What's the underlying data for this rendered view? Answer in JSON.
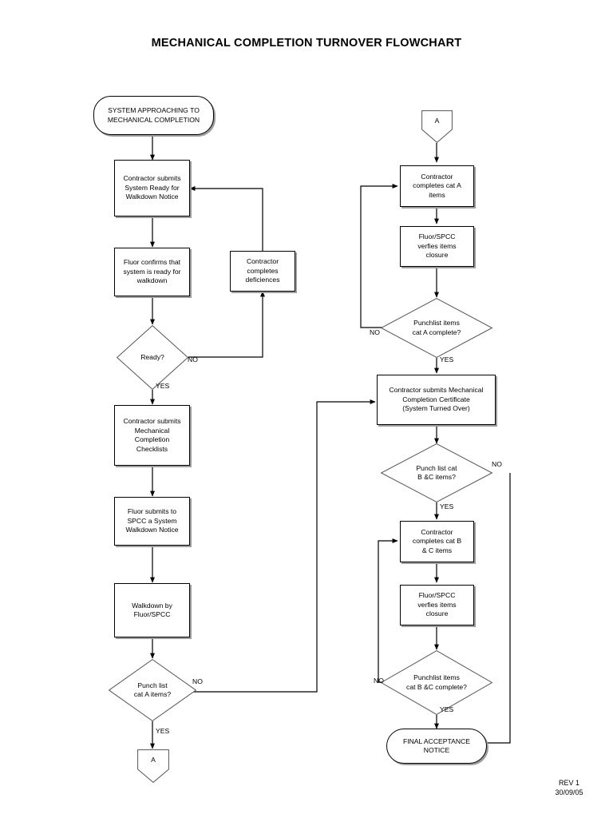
{
  "document": {
    "title": "MECHANICAL COMPLETION TURNOVER FLOWCHART",
    "revision": "REV 1",
    "revision_date": "30/09/05"
  },
  "flowchart": {
    "type": "process-flowchart",
    "orientation": "two-column, left column flows into connector A, right column continues",
    "nodes": [
      {
        "id": "start",
        "shape": "terminator",
        "label": "SYSTEM APPROACHING TO MECHANICAL COMPLETION",
        "column": "left"
      },
      {
        "id": "ready_notice",
        "shape": "process",
        "label": "Contractor submits System Ready for Walkdown Notice",
        "column": "left"
      },
      {
        "id": "fluor_confirm",
        "shape": "process",
        "label": "Fluor confirms that system is ready for walkdown",
        "column": "left"
      },
      {
        "id": "deficiences",
        "shape": "process",
        "label": "Contractor completes deficiences",
        "column": "left"
      },
      {
        "id": "ready_q",
        "shape": "decision",
        "label": "Ready?",
        "column": "left"
      },
      {
        "id": "mc_checklists",
        "shape": "process",
        "label": "Contractor submits Mechanical Completion Checklists",
        "column": "left"
      },
      {
        "id": "walkdown_notice",
        "shape": "process",
        "label": "Fluor submits to SPCC a System Walkdown Notice",
        "column": "left"
      },
      {
        "id": "walkdown",
        "shape": "process",
        "label": "Walkdown by Fluor/SPCC",
        "column": "left"
      },
      {
        "id": "punch_a_q",
        "shape": "decision",
        "label": "Punch list cat A items?",
        "column": "left"
      },
      {
        "id": "conn_a_out",
        "shape": "connector",
        "label": "A",
        "column": "left"
      },
      {
        "id": "conn_a_in",
        "shape": "connector",
        "label": "A",
        "column": "right"
      },
      {
        "id": "complete_a",
        "shape": "process",
        "label": "Contractor completes cat A items",
        "column": "right"
      },
      {
        "id": "verify_a",
        "shape": "process",
        "label": "Fluor/SPCC verfies items closure",
        "column": "right"
      },
      {
        "id": "punch_a_done",
        "shape": "decision",
        "label": "Punchlist items cat A complete?",
        "column": "right"
      },
      {
        "id": "mcc",
        "shape": "process",
        "label": "Contractor submits Mechanical Completion Certificate (System Turned Over)",
        "column": "right"
      },
      {
        "id": "punch_bc_q",
        "shape": "decision",
        "label": "Punch list cat B &C items?",
        "column": "right"
      },
      {
        "id": "complete_bc",
        "shape": "process",
        "label": "Contractor completes cat B & C items",
        "column": "right"
      },
      {
        "id": "verify_bc",
        "shape": "process",
        "label": "Fluor/SPCC verfies items closure",
        "column": "right"
      },
      {
        "id": "punch_bc_done",
        "shape": "decision",
        "label": "Punchlist items cat B &C complete?",
        "column": "right"
      },
      {
        "id": "final",
        "shape": "terminator",
        "label": "FINAL ACCEPTANCE NOTICE",
        "column": "right"
      }
    ],
    "node_text": {
      "start_l1": "SYSTEM APPROACHING TO",
      "start_l2": "MECHANICAL COMPLETION",
      "ready_notice_l1": "Contractor submits",
      "ready_notice_l2": "System Ready for",
      "ready_notice_l3": "Walkdown Notice",
      "fluor_confirm_l1": "Fluor confirms that",
      "fluor_confirm_l2": "system is ready for",
      "fluor_confirm_l3": "walkdown",
      "deficiences_l1": "Contractor",
      "deficiences_l2": "completes",
      "deficiences_l3": "deficiences",
      "ready_q": "Ready?",
      "mc_checklists_l1": "Contractor submits",
      "mc_checklists_l2": "Mechanical",
      "mc_checklists_l3": "Completion",
      "mc_checklists_l4": "Checklists",
      "walkdown_notice_l1": "Fluor submits to",
      "walkdown_notice_l2": "SPCC a System",
      "walkdown_notice_l3": "Walkdown Notice",
      "walkdown_l1": "Walkdown by",
      "walkdown_l2": "Fluor/SPCC",
      "punch_a_q_l1": "Punch list",
      "punch_a_q_l2": "cat A items?",
      "conn_a": "A",
      "complete_a_l1": "Contractor",
      "complete_a_l2": "completes cat A",
      "complete_a_l3": "items",
      "verify_l1": "Fluor/SPCC",
      "verify_l2": "verfies items",
      "verify_l3": "closure",
      "punch_a_done_l1": "Punchlist items",
      "punch_a_done_l2": "cat A complete?",
      "mcc_l1": "Contractor submits Mechanical",
      "mcc_l2": "Completion Certificate",
      "mcc_l3": "(System Turned Over)",
      "punch_bc_q_l1": "Punch list cat",
      "punch_bc_q_l2": "B &C items?",
      "complete_bc_l1": "Contractor",
      "complete_bc_l2": "completes cat B",
      "complete_bc_l3": "& C items",
      "punch_bc_done_l1": "Punchlist items",
      "punch_bc_done_l2": "cat B &C complete?",
      "final_l1": "FINAL ACCEPTANCE",
      "final_l2": "NOTICE"
    },
    "edge_labels": {
      "ready_no": "NO",
      "ready_yes": "YES",
      "punch_a_no": "NO",
      "punch_a_yes": "YES",
      "punch_a_done_no": "NO",
      "punch_a_done_yes": "YES",
      "punch_bc_no": "NO",
      "punch_bc_yes": "YES",
      "punch_bc_done_no": "NO",
      "punch_bc_done_yes": "YES"
    },
    "colors": {
      "stroke": "#000000",
      "fill": "#ffffff",
      "shadow": "#9d9d9d",
      "background": "#ffffff"
    }
  }
}
